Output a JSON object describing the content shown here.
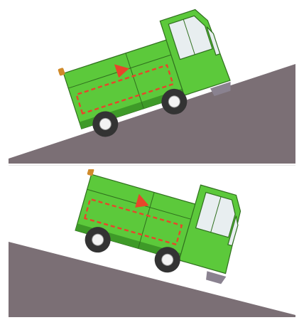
{
  "colors": {
    "background": "#ffffff",
    "ground": "#7b6f75",
    "ground_shadow": "#6d6268",
    "vehicle_body": "#5cc93b",
    "vehicle_body_dark": "#3e9a28",
    "vehicle_outline": "#2f6f1e",
    "window": "#e8eef0",
    "tire": "#333333",
    "hub": "#f2f2f2",
    "center_of_gravity_marker": "#e8452a",
    "center_of_gravity_path": "#e8452a",
    "beacon": "#d08a2a",
    "brush": "#8a8290"
  },
  "panels": [
    {
      "id": "uphill",
      "orientation": "uphill",
      "cab_direction": "upslope"
    },
    {
      "id": "downhill",
      "orientation": "downhill",
      "cab_direction": "downslope"
    }
  ],
  "icons": [
    "sweeper-vehicle-icon",
    "center-of-gravity-arrow-icon",
    "slope-ground-icon"
  ]
}
